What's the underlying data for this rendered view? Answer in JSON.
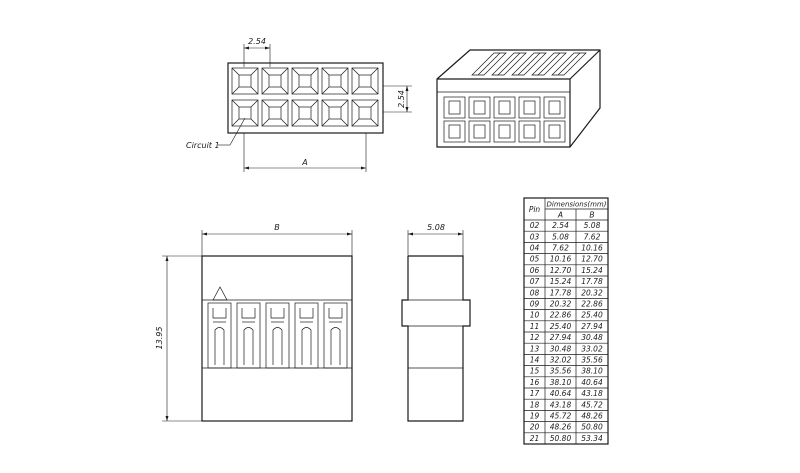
{
  "top_view": {
    "pitch_x_label": "2.54",
    "pitch_y_label": "2.54",
    "width_label": "A",
    "circuit_label": "Circuit 1"
  },
  "front_view": {
    "width_label": "B",
    "height_label": "13.95"
  },
  "side_view": {
    "width_label": "5.08"
  },
  "table": {
    "col_pin": "Pin",
    "col_dims": "Dimensions(mm)",
    "col_a": "A",
    "col_b": "B",
    "rows": [
      {
        "pin": "02",
        "a": "2.54",
        "b": "5.08"
      },
      {
        "pin": "03",
        "a": "5.08",
        "b": "7.62"
      },
      {
        "pin": "04",
        "a": "7.62",
        "b": "10.16"
      },
      {
        "pin": "05",
        "a": "10.16",
        "b": "12.70"
      },
      {
        "pin": "06",
        "a": "12.70",
        "b": "15.24"
      },
      {
        "pin": "07",
        "a": "15.24",
        "b": "17.78"
      },
      {
        "pin": "08",
        "a": "17.78",
        "b": "20.32"
      },
      {
        "pin": "09",
        "a": "20.32",
        "b": "22.86"
      },
      {
        "pin": "10",
        "a": "22.86",
        "b": "25.40"
      },
      {
        "pin": "11",
        "a": "25.40",
        "b": "27.94"
      },
      {
        "pin": "12",
        "a": "27.94",
        "b": "30.48"
      },
      {
        "pin": "13",
        "a": "30.48",
        "b": "33.02"
      },
      {
        "pin": "14",
        "a": "32.02",
        "b": "35.56"
      },
      {
        "pin": "15",
        "a": "35.56",
        "b": "38.10"
      },
      {
        "pin": "16",
        "a": "38.10",
        "b": "40.64"
      },
      {
        "pin": "17",
        "a": "40.64",
        "b": "43.18"
      },
      {
        "pin": "18",
        "a": "43.18",
        "b": "45.72"
      },
      {
        "pin": "19",
        "a": "45.72",
        "b": "48.26"
      },
      {
        "pin": "20",
        "a": "48.26",
        "b": "50.80"
      },
      {
        "pin": "21",
        "a": "50.80",
        "b": "53.34"
      }
    ]
  }
}
